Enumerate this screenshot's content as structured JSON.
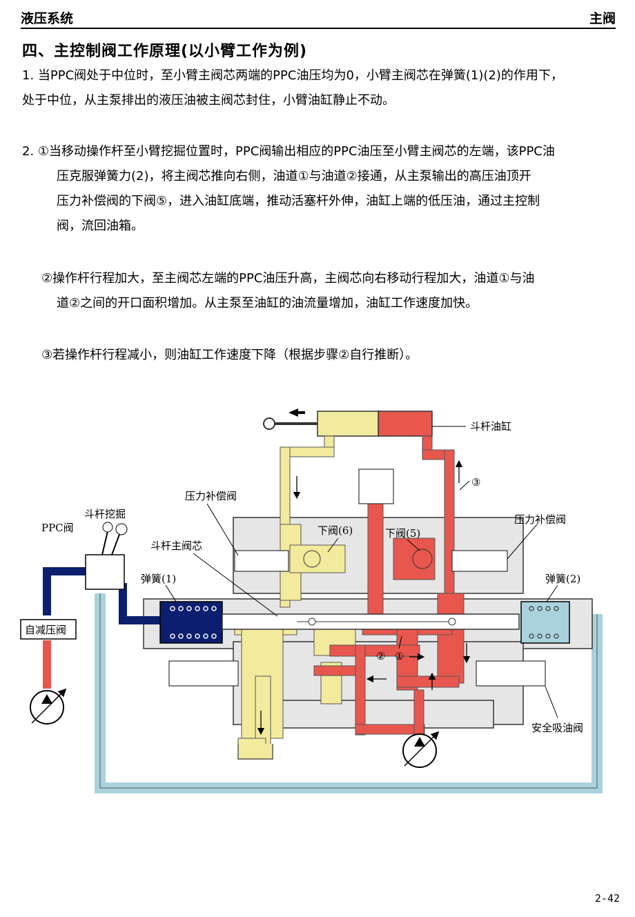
{
  "header": {
    "left": "液压系统",
    "right": "主阀"
  },
  "title": "四、主控制阀工作原理(以小臂工作为例)",
  "para1": [
    "1. 当PPC阀处于中位时，至小臂主阀芯两端的PPC油压均为0，小臂主阀芯在弹簧(1)(2)的作用下，",
    "处于中位，从主泵排出的液压油被主阀芯封住，小臂油缸静止不动。"
  ],
  "para2": [
    "2. ①当移动操作杆至小臂挖掘位置时，PPC阀输出相应的PPC油压至小臂主阀芯的左端，该PPC油",
    "压克服弹簧力(2)，将主阀芯推向右侧，油道①与油道②接通，从主泵输出的高压油顶开",
    "压力补偿阀的下阀⑤，进入油缸底端，推动活塞杆外伸，油缸上端的低压油，通过主控制",
    "阀，流回油箱。"
  ],
  "para3": [
    "②操作杆行程加大，至主阀芯左端的PPC油压升高，主阀芯向右移动行程加大，油道①与油",
    "道②之间的开口面积增加。从主泵至油缸的油流量增加，油缸工作速度加快。"
  ],
  "para4": [
    "③若操作杆行程减小，则油缸工作速度下降（根据步骤②自行推断）。"
  ],
  "diagram": {
    "labels": {
      "bucket_cylinder": "斗杆油缸",
      "circ3": "③",
      "bucket_dig": "斗杆挖掘",
      "ppc_valve": "PPC阀",
      "pcv_left": "压力补偿阀",
      "pcv_right": "压力补偿阀",
      "lower_valve_6": "下阀(6)",
      "lower_valve_5": "下阀(5)",
      "arm_spool": "斗杆主阀芯",
      "spring1": "弹簧(1)",
      "spring2": "弹簧(2)",
      "reducing_valve": "自减压阀",
      "circ2": "②",
      "circ1": "①",
      "safety_suction": "安全吸油阀"
    },
    "colors": {
      "red": "#e8574e",
      "yellow": "#f2ea9c",
      "navy": "#0b1f6e",
      "lightblue": "#a9d2dd",
      "gray": "#e6e6e6"
    }
  },
  "page_number": "2-42"
}
